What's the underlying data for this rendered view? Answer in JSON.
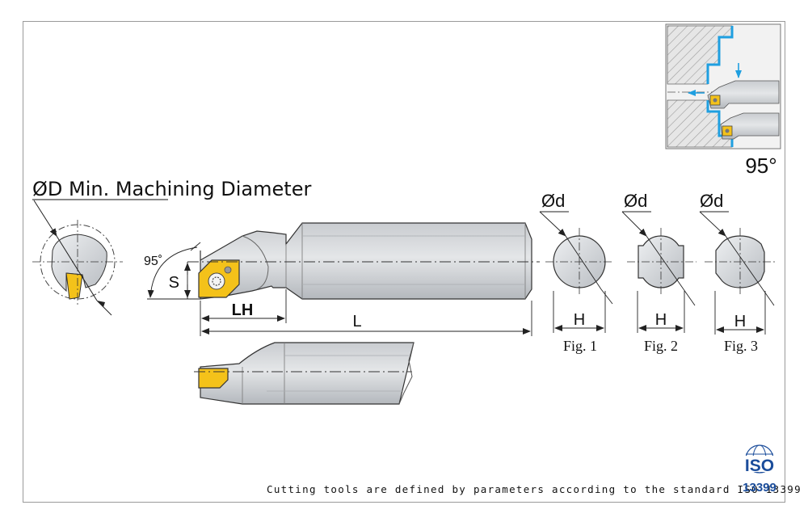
{
  "title": "ØD Min. Machining Diameter",
  "labels": {
    "angle_main": "95˚",
    "angle_inset": "95°",
    "s": "S",
    "lh": "LH",
    "l": "L",
    "od": "Ød",
    "h": "H"
  },
  "figures": [
    "Fig. 1",
    "Fig. 2",
    "Fig. 3"
  ],
  "footer": "Cutting tools are defined by parameters according to the standard ISO 13399",
  "iso_logo": {
    "line1": "ISO",
    "line2": "13399"
  },
  "colors": {
    "insert": "#f4c21a",
    "steel": "#d7d9dc",
    "steel_dark": "#9ea3a8",
    "outline": "#333333",
    "accent_blue": "#1f9fe0",
    "iso_blue": "#1b4d9b",
    "dimension": "#222222"
  }
}
